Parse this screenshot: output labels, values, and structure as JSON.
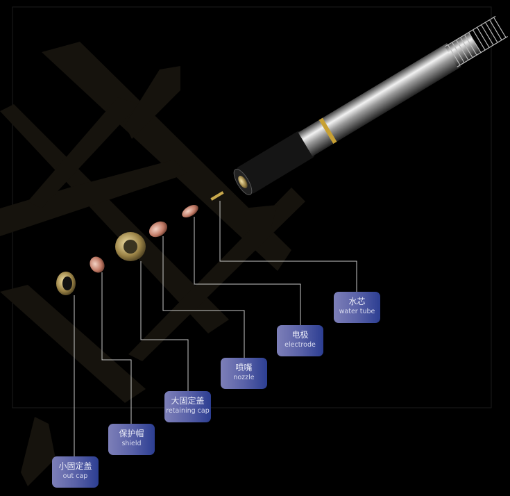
{
  "parts": [
    {
      "id": "out-cap",
      "cn": "小固定盖",
      "en": "out cap"
    },
    {
      "id": "shield",
      "cn": "保护帽",
      "en": "shield"
    },
    {
      "id": "retaining-cap",
      "cn": "大固定盖",
      "en": "retaining cap"
    },
    {
      "id": "nozzle",
      "cn": "喷嘴",
      "en": "nozzle"
    },
    {
      "id": "electrode",
      "cn": "电极",
      "en": "electrode"
    },
    {
      "id": "water-tube",
      "cn": "水芯",
      "en": "water tube"
    }
  ],
  "colors": {
    "label_start": "#7d7fb8",
    "label_end": "#2c3e92",
    "leader": "#c8c8c8",
    "background": "#000000",
    "brush": "#1a1710"
  }
}
